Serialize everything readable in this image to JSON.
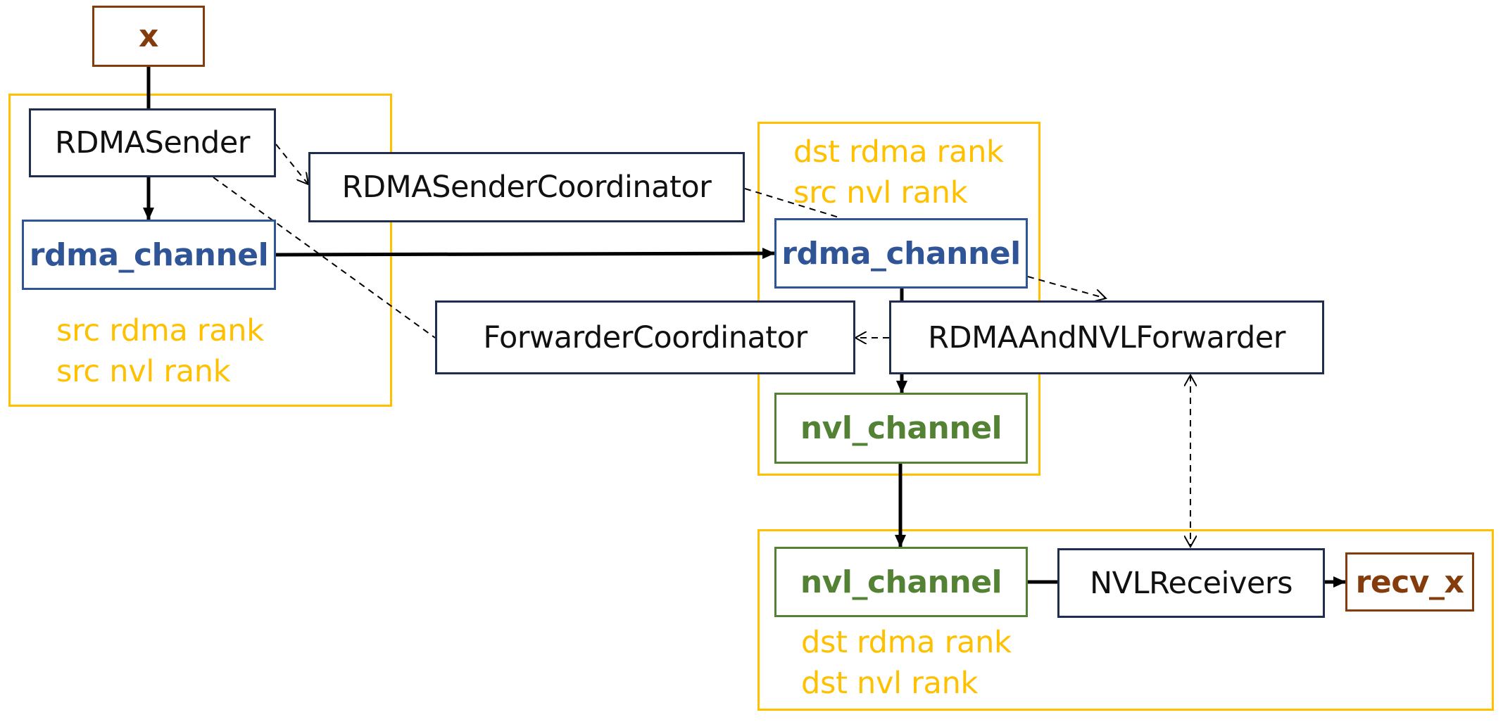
{
  "nodes": {
    "x": "x",
    "rdma_sender": "RDMASender",
    "rdma_channel_src": "rdma_channel",
    "rdma_sender_coordinator": "RDMASenderCoordinator",
    "forwarder_coordinator": "ForwarderCoordinator",
    "rdma_channel_fwd": "rdma_channel",
    "rdma_and_nvl_forwarder": "RDMAAndNVLForwarder",
    "nvl_channel_fwd": "nvl_channel",
    "nvl_channel_recv": "nvl_channel",
    "nvl_receivers": "NVLReceivers",
    "recv_x": "recv_x"
  },
  "groups": {
    "sender": {
      "line1": "src rdma rank",
      "line2": "src nvl rank"
    },
    "forwarder": {
      "line1": "dst rdma rank",
      "line2": "src nvl rank"
    },
    "receiver": {
      "line1": "dst rdma rank",
      "line2": "dst nvl rank"
    }
  },
  "colors": {
    "group_border": "#ffc000",
    "rank_text": "#ffc000",
    "rdma_channel": "#2f5597",
    "nvl_channel": "#548235",
    "tensor": "#843c0c",
    "component_border": "#1f2d4f"
  }
}
